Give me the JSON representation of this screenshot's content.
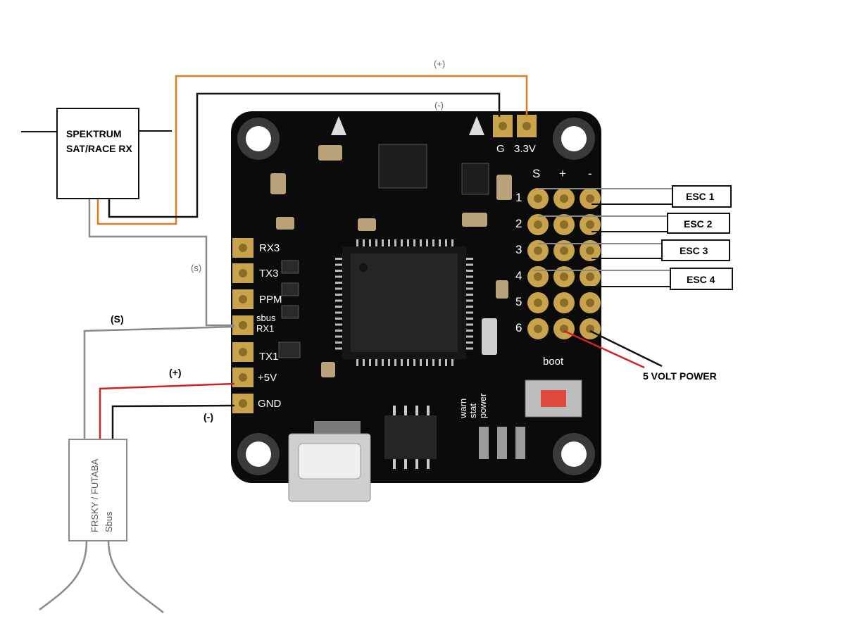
{
  "receivers": {
    "spektrum": {
      "line1": "SPEKTRUM",
      "line2": "SAT/RACE RX"
    },
    "frsky": {
      "line1": "FRSKY / FUTABA",
      "line2": "Sbus"
    }
  },
  "wire_labels": {
    "top_plus": "(+)",
    "top_minus": "(-)",
    "signal_small": "(s)",
    "signal_big": "(S)",
    "left_plus": "(+)",
    "left_minus": "(-)"
  },
  "board": {
    "left_pins": [
      "RX3",
      "TX3",
      "PPM",
      "sbus",
      "RX1",
      "TX1",
      "+5V",
      "GND"
    ],
    "top_pins": [
      "G",
      "3.3V"
    ],
    "esc_headers": [
      "S",
      "+",
      "-"
    ],
    "esc_rows": [
      "1",
      "2",
      "3",
      "4",
      "5",
      "6"
    ],
    "boot": "boot",
    "leds": [
      "warn",
      "stat",
      "power"
    ]
  },
  "esc_labels": [
    "ESC 1",
    "ESC 2",
    "ESC 3",
    "ESC 4"
  ],
  "power_label": "5 VOLT POWER",
  "colors": {
    "board": "#0b0b0b",
    "pad": "#c9a44c",
    "wire_black": "#111111",
    "wire_orange": "#e07b22",
    "wire_gray": "#8a8a8a",
    "wire_red": "#d42222",
    "boot_button": "#e0493d"
  }
}
